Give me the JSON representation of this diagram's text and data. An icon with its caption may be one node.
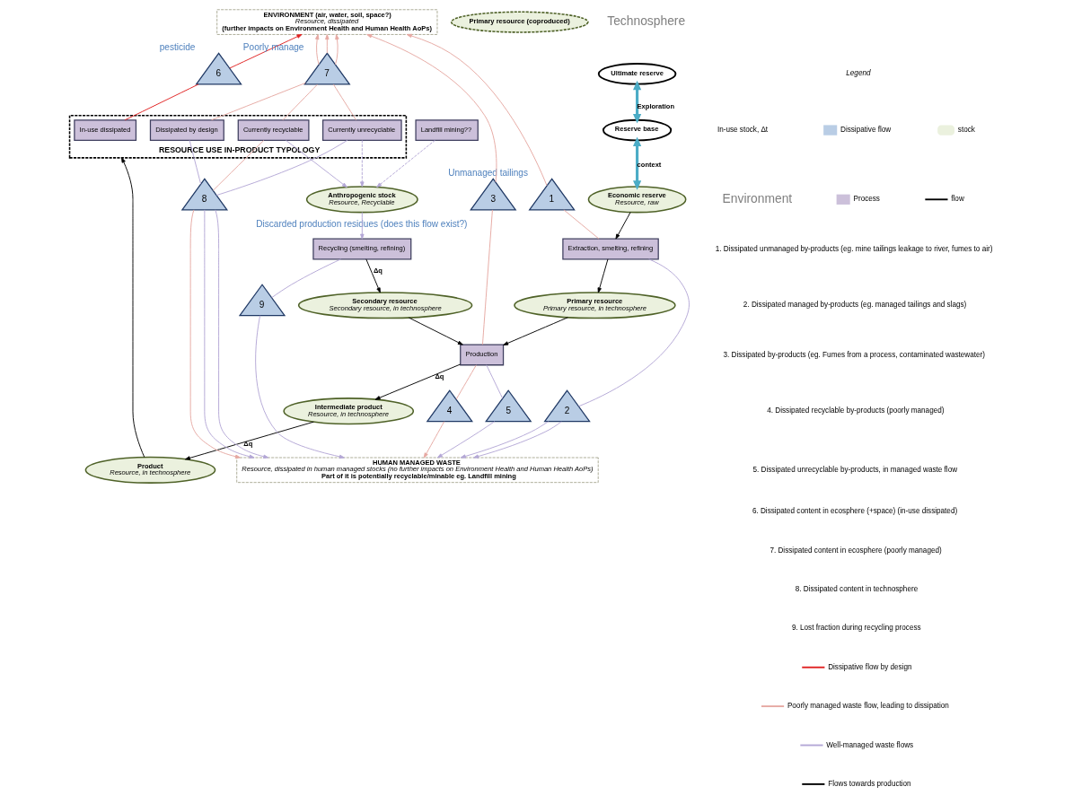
{
  "diagram": {
    "nodes": [
      {
        "text": [
          "Ultimate reserve"
        ]
      },
      {
        "text": [
          "Reserve base"
        ]
      },
      {
        "text": [
          "ENVIRONMENT (air, water, soil, space?)",
          "Resource, dissipated",
          "(further impacts on Environment Health and Human Health AoPs)"
        ]
      },
      {
        "text": [
          "1"
        ],
        "beside": [
          "Unmanaged tailings"
        ]
      },
      {
        "text": [
          "3"
        ],
        "beside": [
          "Discarded production residues (does this flow exist?)"
        ]
      },
      {
        "text": [
          "Primary resource (coproduced)"
        ]
      },
      {
        "text": [
          "Economic reserve",
          "Resource, raw"
        ]
      },
      {
        "text": [
          "Extraction, smelting, refining"
        ]
      },
      {
        "text": [
          "Primary resource",
          "Primary resource, in technosphere"
        ]
      },
      {
        "text": [
          "6"
        ],
        "beside": [
          "pesticide"
        ]
      },
      {
        "text": [
          "Production"
        ]
      },
      {
        "text": [
          "Intermediate product",
          "Resource, in technosphere"
        ]
      },
      {
        "text": [
          "7"
        ],
        "beside": [
          "Poorly manage"
        ]
      },
      {
        "text": [
          "Product",
          "Resource, in technosphere"
        ]
      },
      {
        "text": [
          "Secondary resource",
          "Secondary resource, in technosphere"
        ]
      },
      {
        "text": [
          "RESOURCE USE IN-PRODUCT TYPOLOGY"
        ]
      },
      {
        "text": [
          "In-use dissipated"
        ],
        "in": 15
      },
      {
        "text": [
          "Dissipated by design"
        ],
        "in": 15
      },
      {
        "text": [
          "5"
        ]
      },
      {
        "text": [
          "Currently unrecyclable"
        ],
        "in": 15
      },
      {
        "text": [
          "Recycling (smelting, refining)"
        ]
      },
      {
        "text": [
          "Currently recyclable"
        ],
        "in": 15
      },
      {
        "text": [
          "Anthropogenic stock",
          "Resource, Recyclable"
        ]
      },
      {
        "text": [
          "9"
        ]
      },
      {
        "text": [
          "4"
        ]
      },
      {
        "text": [
          "Landfill mining??"
        ]
      },
      {
        "text": [
          "8"
        ]
      },
      {
        "text": [
          "2"
        ]
      },
      {
        "text": [
          "HUMAN MANAGED WASTE",
          "Resource, dissipated in human managed stocks (no further impacts on Environment Health and Human Health AoPs)",
          "Part of it is potentially recyclable/minable eg. Landfill mining"
        ]
      }
    ],
    "edges": [
      {
        "from": 0,
        "to": 1,
        "arrow": "both",
        "label": "Exploration",
        "color": "#4bacc6",
        "style": "thick"
      },
      {
        "from": 1,
        "to": 6,
        "arrow": "both",
        "label": "context",
        "color": "#4bacc6",
        "style": "thick"
      },
      {
        "from": 6,
        "to": 7,
        "arrow": "to",
        "color": "#000000"
      },
      {
        "from": 7,
        "to": 8,
        "arrow": "to",
        "color": "#000000"
      },
      {
        "from": 7,
        "to": 3,
        "arrow": "none",
        "color": "#e6a8a2"
      },
      {
        "from": 3,
        "to": 2,
        "arrow": "to",
        "color": "#e6a8a2"
      },
      {
        "from": 8,
        "to": 10,
        "arrow": "to",
        "color": "#000000"
      },
      {
        "from": 10,
        "to": 4,
        "arrow": "none",
        "color": "#e6a8a2"
      },
      {
        "from": 4,
        "to": 2,
        "arrow": "to",
        "color": "#e6a8a2"
      },
      {
        "from": 14,
        "to": 10,
        "arrow": "to",
        "color": "#000000"
      },
      {
        "from": 10,
        "to": 11,
        "arrow": "to",
        "label": "Δq",
        "color": "#000000"
      },
      {
        "from": 11,
        "to": 13,
        "arrow": "to",
        "label": "Δq",
        "color": "#000000"
      },
      {
        "from": 13,
        "to": 15,
        "arrow": "to",
        "color": "#000000"
      },
      {
        "from": 16,
        "to": 9,
        "arrow": "none",
        "color": "#e02020"
      },
      {
        "from": 9,
        "to": 2,
        "arrow": "to",
        "color": "#e02020"
      },
      {
        "from": 17,
        "to": 12,
        "arrow": "none",
        "color": "#e6a8a2"
      },
      {
        "from": 19,
        "to": 12,
        "arrow": "none",
        "color": "#e6a8a2"
      },
      {
        "from": 21,
        "to": 12,
        "arrow": "none",
        "color": "#e6a8a2"
      },
      {
        "from": 12,
        "to": 2,
        "arrow": "to",
        "color": "#e6a8a2"
      },
      {
        "from": 12,
        "to": 2,
        "arrow": "to",
        "color": "#e6a8a2"
      },
      {
        "from": 12,
        "to": 2,
        "arrow": "to",
        "color": "#e6a8a2"
      },
      {
        "from": 21,
        "to": 26,
        "arrow": "none",
        "color": "#e6a8a2"
      },
      {
        "from": 19,
        "to": 26,
        "arrow": "none",
        "color": "#b4a7d6"
      },
      {
        "from": 17,
        "to": 26,
        "arrow": "none",
        "color": "#b4a7d6"
      },
      {
        "from": 26,
        "to": 28,
        "arrow": "to",
        "color": "#e6a8a2"
      },
      {
        "from": 26,
        "to": 28,
        "arrow": "to",
        "color": "#b4a7d6"
      },
      {
        "from": 26,
        "to": 28,
        "arrow": "to",
        "color": "#b4a7d6"
      },
      {
        "from": 19,
        "to": 22,
        "arrow": "to",
        "style": "dashed",
        "color": "#b4a7d6"
      },
      {
        "from": 21,
        "to": 22,
        "arrow": "to",
        "color": "#b4a7d6"
      },
      {
        "from": 22,
        "to": 20,
        "arrow": "to",
        "color": "#b4a7d6"
      },
      {
        "from": 20,
        "to": 14,
        "arrow": "to",
        "label": "Δq",
        "color": "#000000"
      },
      {
        "from": 20,
        "to": 23,
        "arrow": "none",
        "color": "#b4a7d6"
      },
      {
        "from": 23,
        "to": 28,
        "arrow": "to",
        "color": "#b4a7d6"
      },
      {
        "from": 25,
        "to": 22,
        "arrow": "to",
        "style": "dashed",
        "color": "#b4a7d6"
      },
      {
        "from": 10,
        "to": 18,
        "arrow": "none",
        "color": "#b4a7d6"
      },
      {
        "from": 18,
        "to": 28,
        "arrow": "to",
        "color": "#b4a7d6"
      },
      {
        "from": 10,
        "to": 24,
        "arrow": "none",
        "color": "#e6a8a2"
      },
      {
        "from": 24,
        "to": 28,
        "arrow": "to",
        "color": "#e6a8a2"
      },
      {
        "from": 7,
        "to": 27,
        "arrow": "none",
        "color": "#b4a7d6"
      },
      {
        "from": 27,
        "to": 28,
        "arrow": "to",
        "color": "#b4a7d6"
      },
      {
        "from": 27,
        "to": 28,
        "arrow": "to",
        "color": "#b4a7d6"
      }
    ],
    "labels": [
      "Environment",
      "Technosphere",
      "In-use stock, Δt",
      "Legend",
      "1. Dissipated unmanaged by-products (eg. mine tailings leakage to river, fumes to air)",
      "2. Dissipated managed by-products (eg. managed tailings and slags)",
      "3. Dissipated by-products (eg. Fumes from a process, contaminated wastewater)",
      "4. Dissipated recyclable by-products (poorly managed)",
      "5. Dissipated unrecyclable by-products, in managed waste flow",
      "6. Dissipated content in ecosphere (+space) (in-use dissipated)",
      "7. Dissipated content in ecosphere (poorly managed)",
      "8. Dissipated content in technosphere",
      "9. Lost fraction during recycling process"
    ],
    "legend": [
      {
        "text": "Dissipative flow"
      },
      {
        "text": "stock"
      },
      {
        "text": "Process"
      },
      {
        "text": "flow"
      },
      {
        "text": "Dissipative flow by design"
      },
      {
        "text": "Poorly managed waste flow, leading to dissipation"
      },
      {
        "text": "Well-managed waste flows"
      },
      {
        "text": "Flows towards production"
      }
    ]
  }
}
